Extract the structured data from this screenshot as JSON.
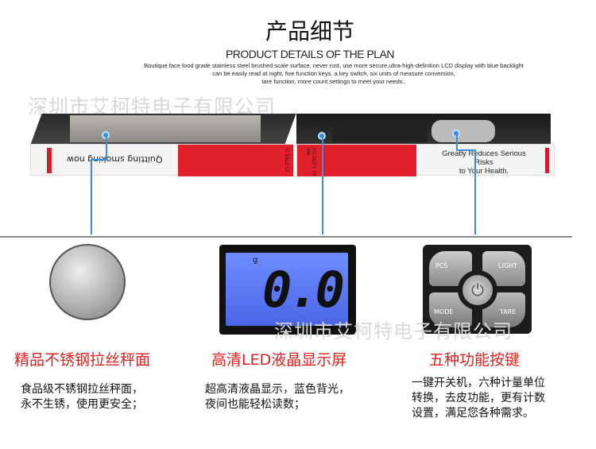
{
  "header": {
    "title": "产品细节",
    "subtitle": "PRODUCT DETAILS OF THE PLAN",
    "description": [
      "Boutique face food grade stainless steel brushed scale surface, never rust, use more secure,ultra-high-definition LCD display with blue backlight",
      "can be easily read at night, five  function keys. a key switch, six units of measure conversion,",
      "tare function, more count settings to meet your needs.."
    ]
  },
  "watermark": "深圳市艾柯特电子有限公司",
  "product_labels": {
    "left": "Quitting smoking now",
    "red_left": "IS SALE LY",
    "red_right": "FO DUTY FR ON",
    "right": [
      "Greatly Reduces Serious Risks",
      "to Your Health."
    ]
  },
  "lcd": {
    "unit": "g",
    "reading": "0.0"
  },
  "keypad": {
    "keys": [
      "PCS",
      "LIGHT",
      "MODE",
      "TARE"
    ],
    "center_icon": "power-icon"
  },
  "features": [
    {
      "title": "精品不锈钢拉丝秤面",
      "lines": [
        "食品级不锈钢拉丝秤面，",
        "永不生锈，使用更安全；"
      ]
    },
    {
      "title": "高清LED液晶显示屏",
      "lines": [
        "超高清液晶显示，蓝色背光，",
        "夜间也能轻松读数；"
      ]
    },
    {
      "title": "五种功能按键",
      "lines": [
        "一键开关机，六种计量单位",
        "转换，去皮功能，更有计数",
        "设置，满足您各种需求。"
      ]
    }
  ],
  "colors": {
    "accent_red": "#e02020",
    "pointer_blue": "#3a8ee0",
    "lcd_blue": "#5a7cf0"
  }
}
